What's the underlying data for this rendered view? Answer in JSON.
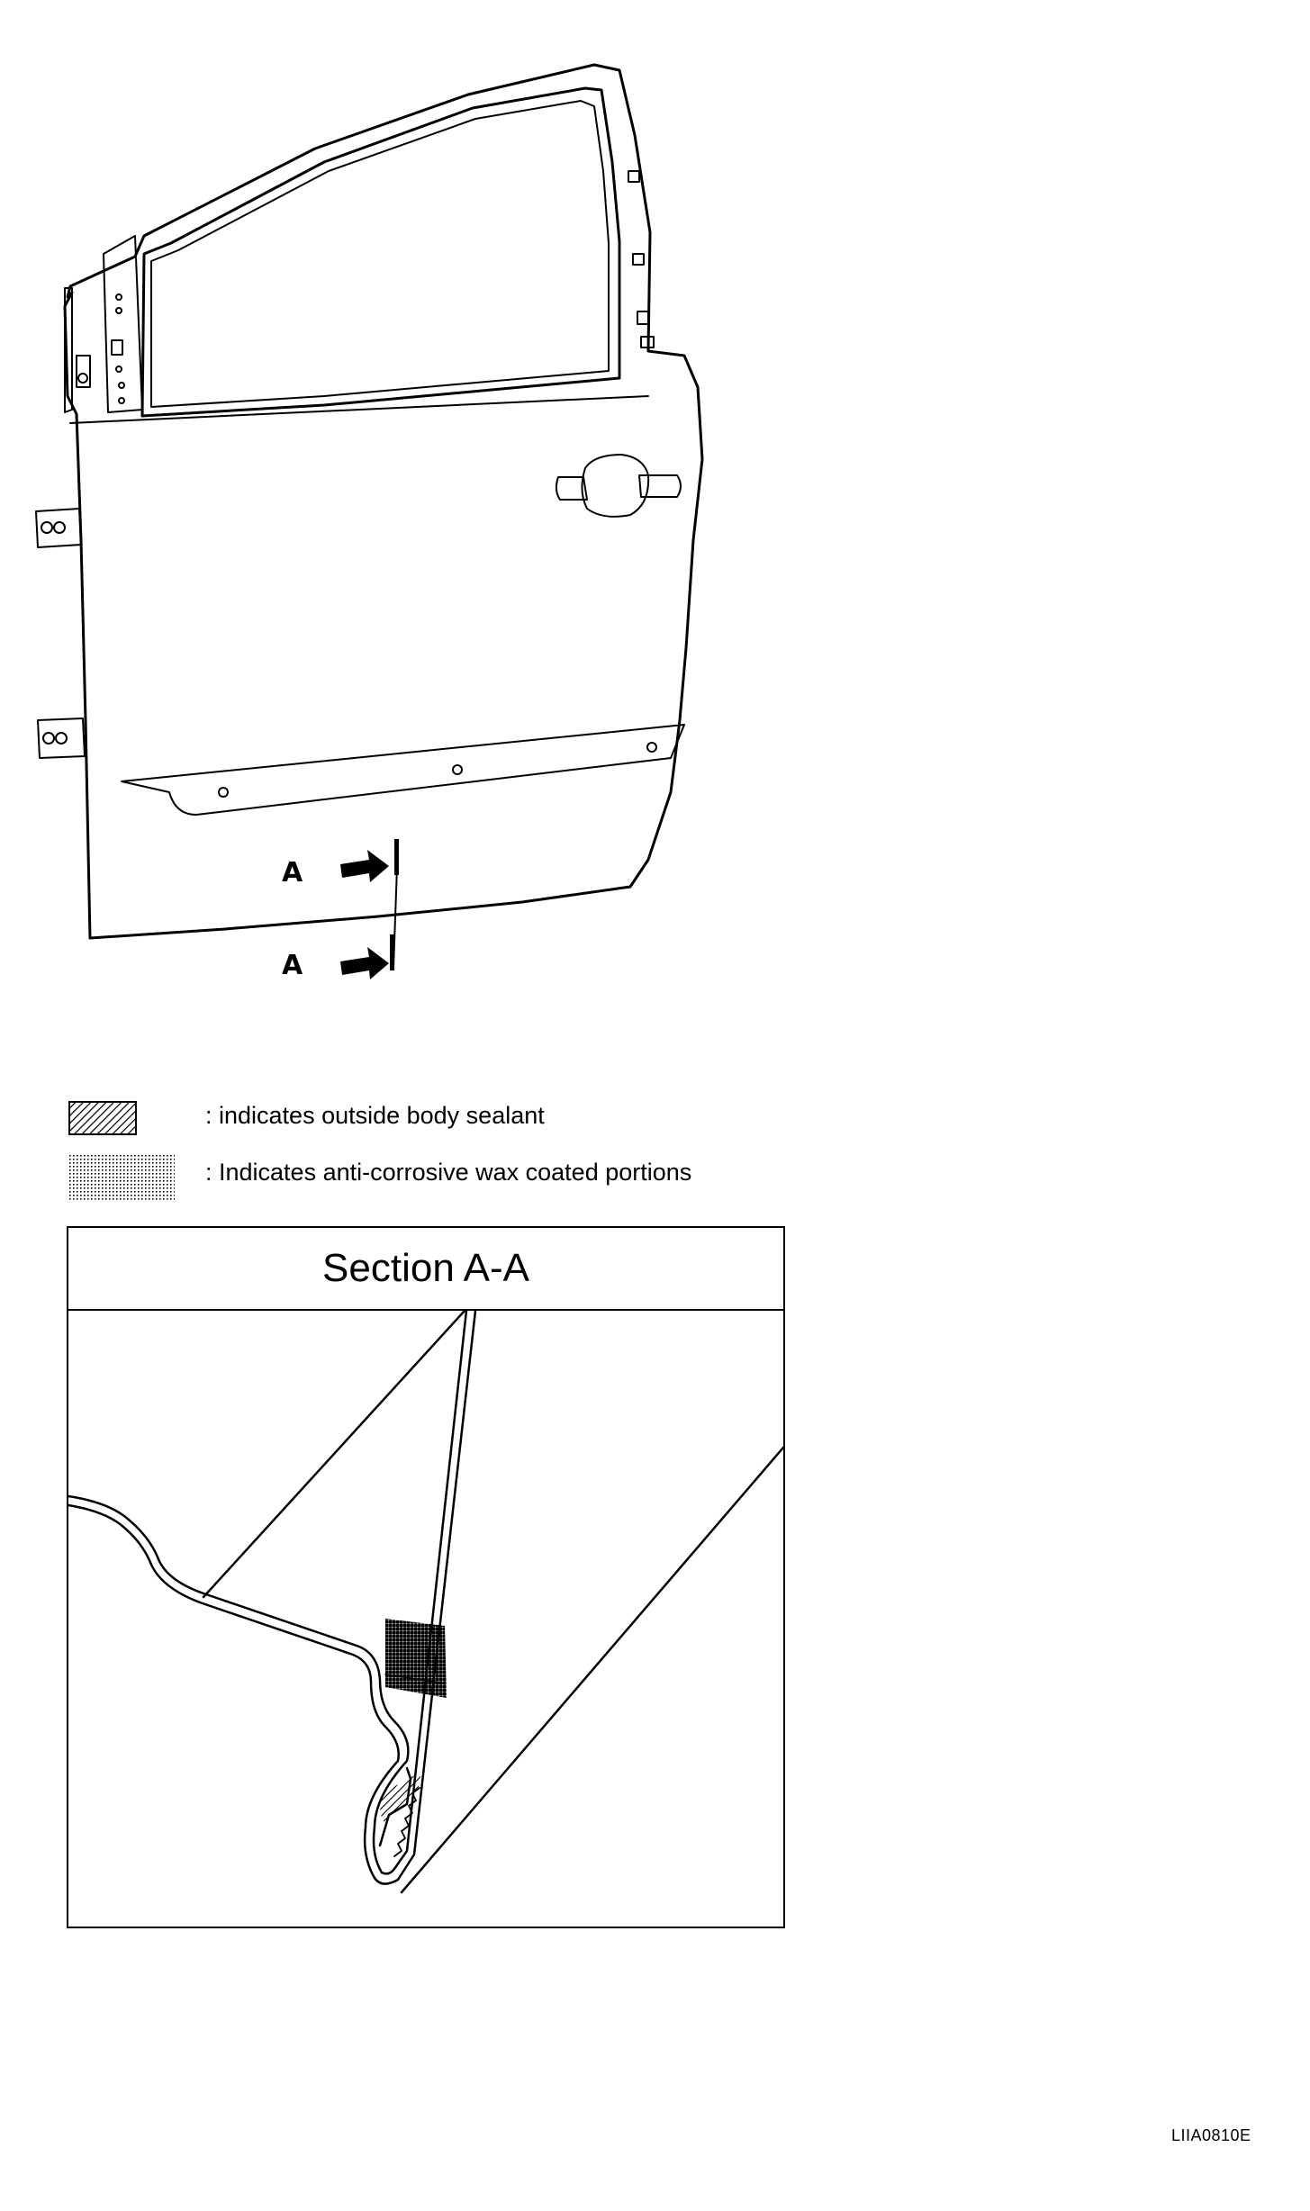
{
  "door_view": {
    "section_marker_top": "A",
    "section_marker_bottom": "A"
  },
  "legend": {
    "sealant_text": ": indicates outside body sealant",
    "wax_text": ": Indicates anti-corrosive wax coated portions"
  },
  "section": {
    "title": "Section A-A"
  },
  "figure_code": "LIIA0810E"
}
